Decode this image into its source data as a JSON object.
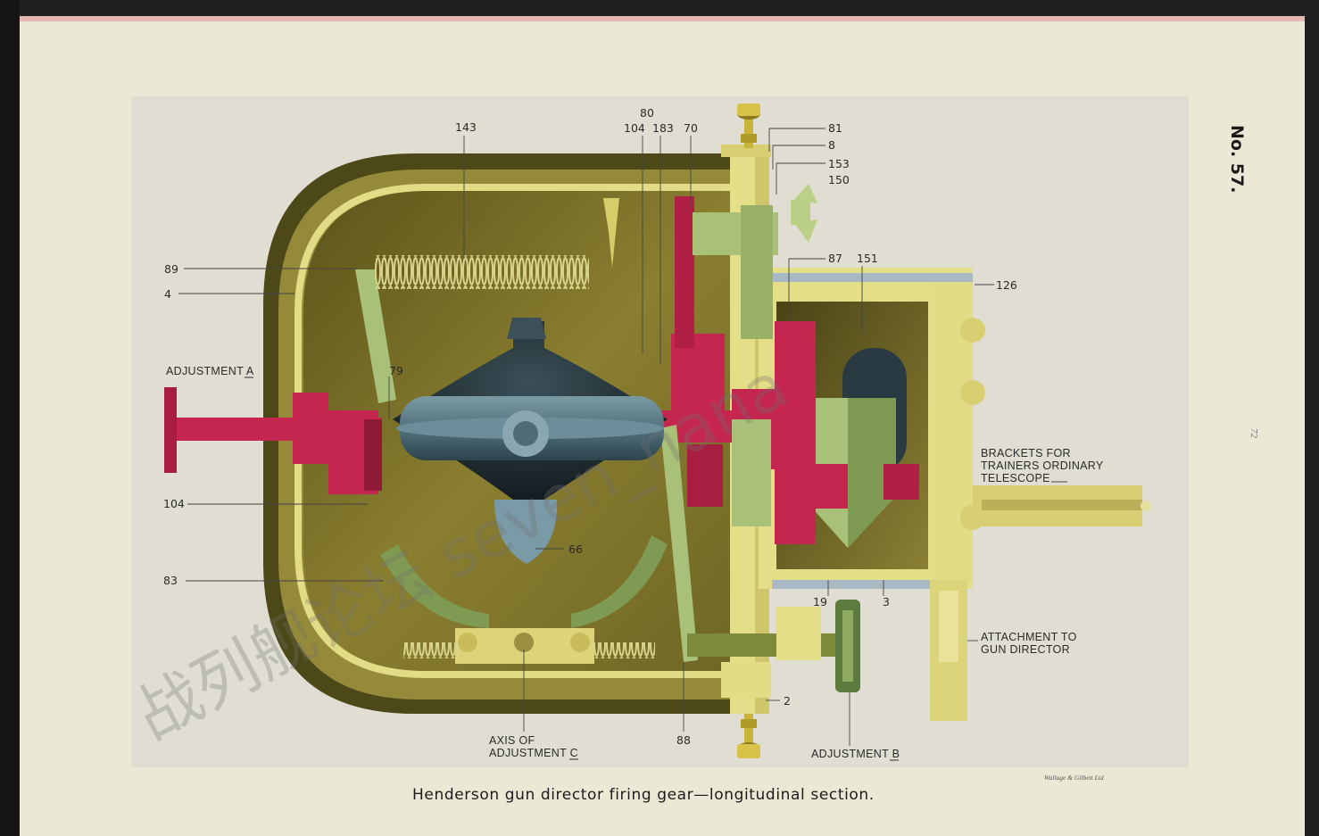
{
  "plate_number": "No. 57.",
  "caption": "Henderson gun director firing gear—longitudinal section.",
  "printer_credit": "Wallage & Gilbett Ltd",
  "page_number": "72",
  "watermark": "战列舰论坛  seven_nana",
  "colors": {
    "paper": "#ece8d6",
    "plate_bg": "#e2e0d4",
    "casing_outer": "#4e4a18",
    "casing_mid": "#9a8e3c",
    "interior": "#7a7026",
    "frame_yellow": "#e4de88",
    "crimson": "#c42650",
    "green_part": "#a8c078",
    "dark_rotor": "#1e2e34",
    "blue_rotor": "#5e7e8a",
    "spring": "#c8c47a"
  },
  "labels": {
    "n143": "143",
    "n80": "80",
    "n104_top": "104",
    "n183": "183",
    "n70": "70",
    "n81": "81",
    "n8": "8",
    "n153": "153",
    "n150": "150",
    "n89": "89",
    "n4": "4",
    "n87": "87",
    "n151": "151",
    "n126": "126",
    "adj_a": "ADJUSTMENT A",
    "n79": "79",
    "brackets_1": "BRACKETS FOR",
    "brackets_2": "TRAINERS ORDINARY",
    "brackets_3": "TELESCOPE",
    "n104_left": "104",
    "n66": "66",
    "n83": "83",
    "n19": "19",
    "n3": "3",
    "attach_1": "ATTACHMENT TO",
    "attach_2": "GUN DIRECTOR",
    "n2": "2",
    "axis_1": "AXIS OF",
    "axis_2": "ADJUSTMENT C",
    "n88": "88",
    "adj_b": "ADJUSTMENT B"
  }
}
